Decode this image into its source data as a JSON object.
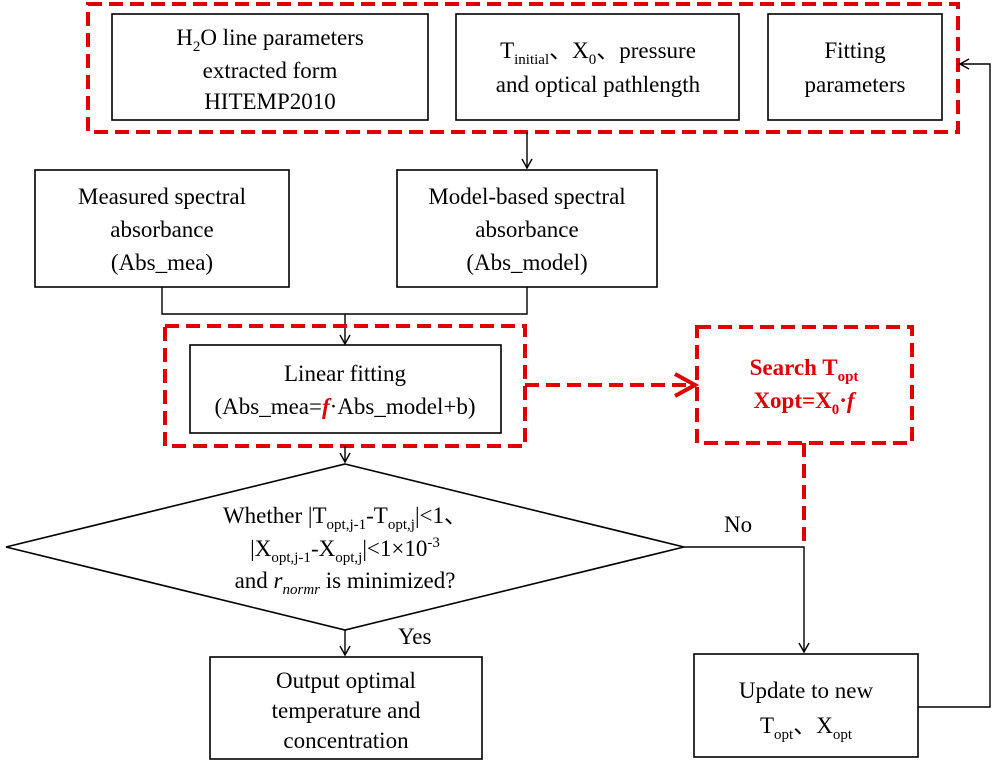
{
  "nodes": {
    "h2o_params": {
      "line1": {
        "pre": "H",
        "sub": "2",
        "post": "O line parameters"
      },
      "line2": "extracted form",
      "line3": "HITEMP2010"
    },
    "initial_params": {
      "line1": {
        "t": "T",
        "t_sub": "initial",
        "mid": "、X",
        "x_sub": "0",
        "post": "、pressure"
      },
      "line2": "and optical pathlength"
    },
    "fitting_params": {
      "line1": "Fitting",
      "line2": "parameters"
    },
    "measured": {
      "line1": "Measured spectral",
      "line2": "absorbance",
      "line3": "(Abs_mea)"
    },
    "model_based": {
      "line1": "Model-based spectral",
      "line2": "absorbance",
      "line3": "(Abs_model)"
    },
    "linear_fitting": {
      "line1": "Linear fitting",
      "line2": {
        "pre": "(Abs_mea=",
        "f": "f",
        "post": "·Abs_model+b)"
      }
    },
    "search": {
      "line1": {
        "pre": "Search T",
        "sub": "opt"
      },
      "line2": {
        "pre": "Xopt=X",
        "sub": "0",
        "mid": "·",
        "f": "f"
      }
    },
    "decision": {
      "line1": {
        "pre": "Whether |T",
        "s1": "opt,j-1",
        "mid": "-T",
        "s2": "opt,j",
        "post": "|<1、"
      },
      "line2": {
        "pre": "|X",
        "s1": "opt,j-1",
        "mid": "-X",
        "s2": "opt,j",
        "post": "|<1×10",
        "sup": "-3"
      },
      "line3": {
        "pre": "and ",
        "r": "r",
        "r_sub": "normr",
        "post": " is minimized?"
      }
    },
    "output": {
      "line1": "Output optimal",
      "line2": "temperature and",
      "line3": "concentration"
    },
    "update": {
      "line1": "Update to new",
      "line2": {
        "t": "T",
        "t_sub": "opt",
        "mid": "、X",
        "x_sub": "opt"
      }
    }
  },
  "edges": {
    "no_label": "No",
    "yes_label": "Yes"
  },
  "colors": {
    "highlight": "#e00000",
    "line": "#000000"
  }
}
